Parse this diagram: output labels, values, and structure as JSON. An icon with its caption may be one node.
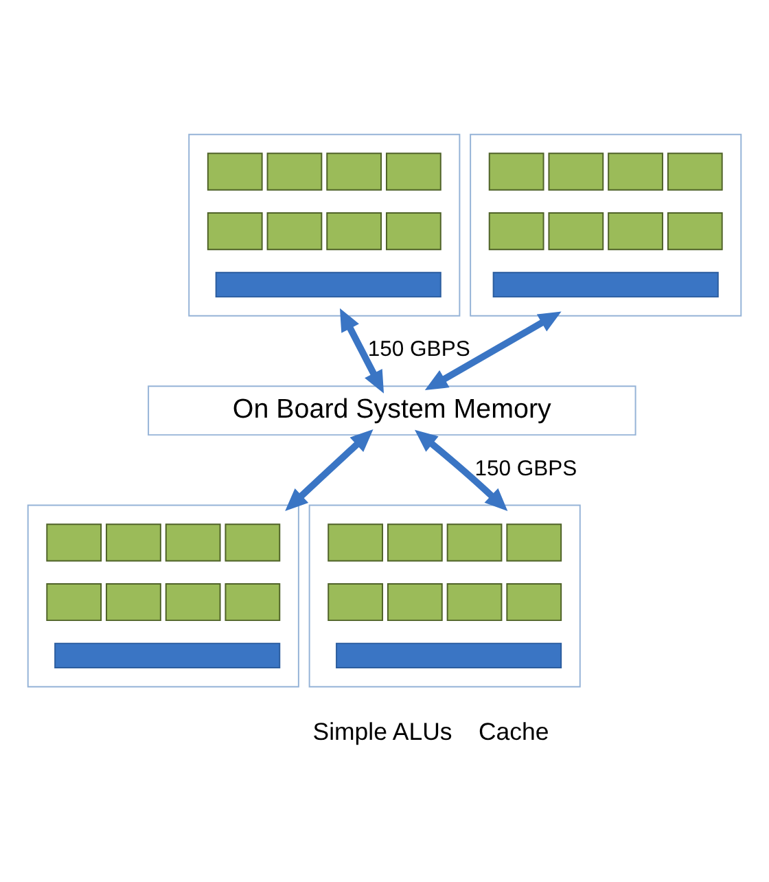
{
  "diagram": {
    "nodes": [
      {
        "text": [],
        "shape": "box"
      },
      {
        "text": [],
        "shape": "box",
        "in": 0
      },
      {
        "text": [],
        "shape": "box",
        "in": 0
      },
      {
        "text": [],
        "shape": "box",
        "in": 0
      },
      {
        "text": [],
        "shape": "box",
        "in": 0
      },
      {
        "text": [],
        "shape": "box",
        "in": 0
      },
      {
        "text": [],
        "shape": "box",
        "in": 0
      },
      {
        "text": [],
        "shape": "box",
        "in": 0
      },
      {
        "text": [],
        "shape": "box",
        "in": 0
      },
      {
        "text": [],
        "shape": "bar",
        "in": 0
      },
      {
        "text": [],
        "shape": "box"
      },
      {
        "text": [],
        "shape": "box",
        "in": 10
      },
      {
        "text": [],
        "shape": "box",
        "in": 10
      },
      {
        "text": [],
        "shape": "box",
        "in": 10
      },
      {
        "text": [],
        "shape": "box",
        "in": 10
      },
      {
        "text": [],
        "shape": "box",
        "in": 10
      },
      {
        "text": [],
        "shape": "box",
        "in": 10
      },
      {
        "text": [],
        "shape": "box",
        "in": 10
      },
      {
        "text": [],
        "shape": "box",
        "in": 10
      },
      {
        "text": [],
        "shape": "bar",
        "in": 10
      },
      {
        "text": [
          "On Board System Memory"
        ]
      },
      {
        "text": [],
        "shape": "box"
      },
      {
        "text": [],
        "shape": "box",
        "in": 21
      },
      {
        "text": [],
        "shape": "box",
        "in": 21
      },
      {
        "text": [],
        "shape": "box",
        "in": 21
      },
      {
        "text": [],
        "shape": "box",
        "in": 21
      },
      {
        "text": [],
        "shape": "box",
        "in": 21
      },
      {
        "text": [],
        "shape": "box",
        "in": 21
      },
      {
        "text": [],
        "shape": "box",
        "in": 21
      },
      {
        "text": [],
        "shape": "box",
        "in": 21
      },
      {
        "text": [],
        "shape": "bar",
        "in": 21
      },
      {
        "text": [],
        "shape": "box"
      },
      {
        "text": [],
        "shape": "box",
        "in": 31
      },
      {
        "text": [],
        "shape": "box",
        "in": 31
      },
      {
        "text": [],
        "shape": "box",
        "in": 31
      },
      {
        "text": [],
        "shape": "box",
        "in": 31
      },
      {
        "text": [],
        "shape": "box",
        "in": 31
      },
      {
        "text": [],
        "shape": "box",
        "in": 31
      },
      {
        "text": [],
        "shape": "box",
        "in": 31
      },
      {
        "text": [],
        "shape": "box",
        "in": 31
      },
      {
        "text": [],
        "shape": "bar",
        "in": 31
      }
    ],
    "edges": [
      {
        "from": 0,
        "to": 20,
        "arrow": "both",
        "label": "150 GBPS"
      },
      {
        "from": 10,
        "to": 20,
        "arrow": "both"
      },
      {
        "from": 20,
        "to": 21,
        "arrow": "both"
      },
      {
        "from": 20,
        "to": 31,
        "arrow": "both",
        "label": "150 GBPS"
      }
    ],
    "labels": [
      "Simple ALUs",
      "Cache"
    ]
  }
}
